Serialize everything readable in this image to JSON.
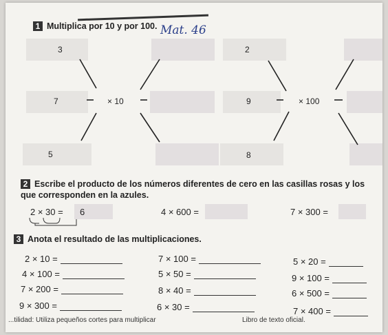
{
  "ex1": {
    "number": "1",
    "title": "Multiplica por 10 y por 100.",
    "handwriting": "Mat. 46",
    "left": {
      "operator": "× 10",
      "inputs": [
        "3",
        "7",
        "5"
      ]
    },
    "right": {
      "operator": "× 100",
      "inputs": [
        "2",
        "9",
        "8"
      ]
    }
  },
  "ex2": {
    "number": "2",
    "title_line1": "Escribe el producto de los números diferentes de cero en las casillas rosas y los",
    "title_line2": "que corresponden en la azules.",
    "items": [
      {
        "expr": "2 × 30 =",
        "answer": "6"
      },
      {
        "expr": "4 × 600 =",
        "answer": ""
      },
      {
        "expr": "7 × 300 =",
        "answer": ""
      }
    ]
  },
  "ex3": {
    "number": "3",
    "title": "Anota el resultado de las multiplicaciones.",
    "col1": [
      "2 × 10  =",
      "4 × 100 =",
      "7 × 200 =",
      "9 × 300 ="
    ],
    "col2": [
      "7 × 100 =",
      "5 × 50  =",
      "8 × 40  =",
      "6 × 30  ="
    ],
    "col3": [
      "5 × 20  =",
      "9 × 100 =",
      "6 × 500 =",
      "7 × 400 ="
    ]
  },
  "footer": {
    "left": "...tilidad: Utiliza pequeños cortes para multiplicar",
    "right": "Libro de texto oficial."
  }
}
